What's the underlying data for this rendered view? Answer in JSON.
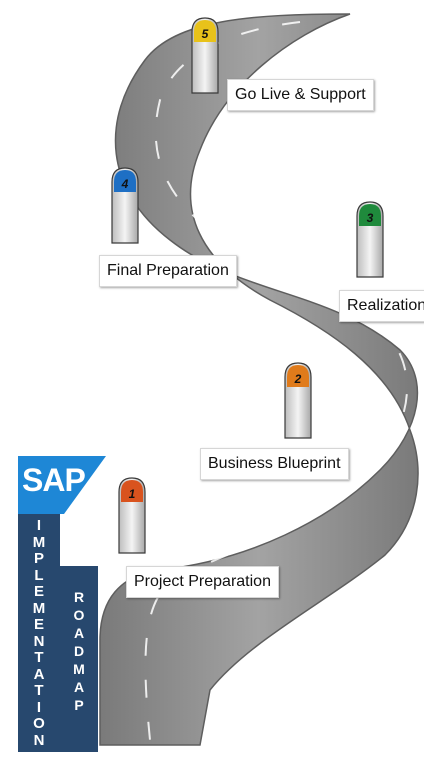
{
  "milestones": [
    {
      "number": "1",
      "label": "Project Preparation",
      "color": "#d9531e"
    },
    {
      "number": "2",
      "label": "Business Blueprint",
      "color": "#e07b1b"
    },
    {
      "number": "3",
      "label": "Realization",
      "color": "#1f8a3c"
    },
    {
      "number": "4",
      "label": "Final Preparation",
      "color": "#1e6fc4"
    },
    {
      "number": "5",
      "label": "Go Live & Support",
      "color": "#e8c21a"
    }
  ],
  "branding": {
    "logo_text": "SAP",
    "logo_mark": "®",
    "word1": "IMPLEMENTATION",
    "word2": "ROADMAP",
    "logo_color": "#1e87d6",
    "banner_color": "#27486e"
  },
  "colors": {
    "road": "#8c8c8c",
    "road_edge": "#6f6f6f",
    "lane": "#ffffff"
  }
}
